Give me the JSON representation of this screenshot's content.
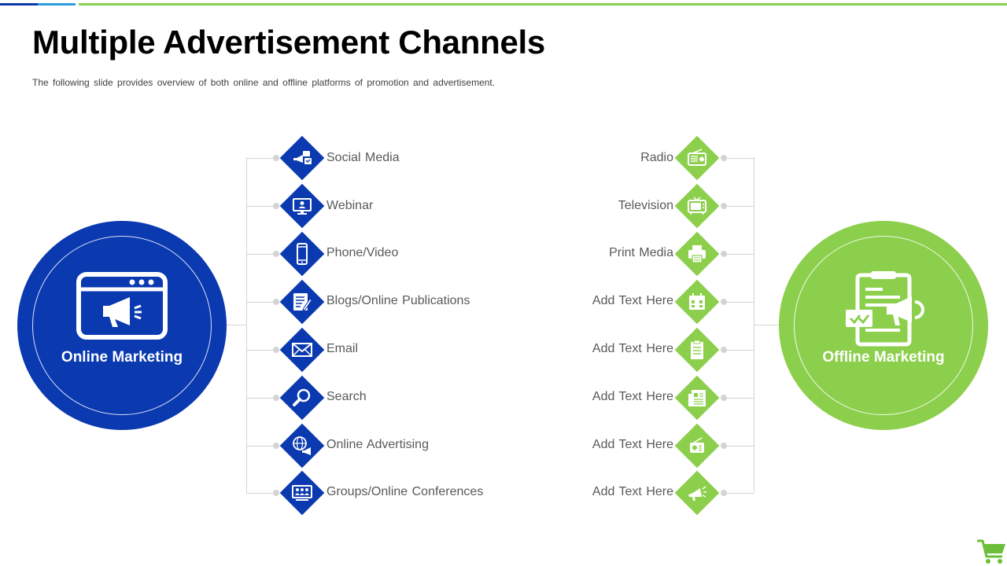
{
  "slide": {
    "title": "Multiple Advertisement Channels",
    "subtitle": "The following slide provides overview  of both online and offline platforms of promotion and advertisement."
  },
  "colors": {
    "online": "#0a39b0",
    "offline": "#8ccf4c",
    "connector": "#d4d4d4"
  },
  "online": {
    "label": "Online Marketing",
    "icon": "browser-megaphone-icon",
    "channels": [
      {
        "label": "Social Media",
        "icon": "social-media-icon"
      },
      {
        "label": "Webinar",
        "icon": "webinar-monitor-icon"
      },
      {
        "label": "Phone/Video",
        "icon": "smartphone-icon"
      },
      {
        "label": "Blogs/Online  Publications",
        "icon": "blog-edit-icon"
      },
      {
        "label": "Email",
        "icon": "envelope-icon"
      },
      {
        "label": "Search",
        "icon": "magnifier-icon"
      },
      {
        "label": "Online  Advertising",
        "icon": "globe-megaphone-icon"
      },
      {
        "label": "Groups/Online  Conferences",
        "icon": "conference-icon"
      }
    ]
  },
  "offline": {
    "label": "Offline Marketing",
    "icon": "clipboard-megaphone-icon",
    "channels": [
      {
        "label": "Radio",
        "icon": "radio-icon"
      },
      {
        "label": "Television",
        "icon": "television-icon"
      },
      {
        "label": "Print Media",
        "icon": "printer-icon"
      },
      {
        "label": "Add Text Here",
        "icon": "calendar-icon"
      },
      {
        "label": "Add Text Here",
        "icon": "clipboard-icon"
      },
      {
        "label": "Add Text Here",
        "icon": "newspaper-icon"
      },
      {
        "label": "Add Text Here",
        "icon": "small-radio-icon"
      },
      {
        "label": "Add Text Here",
        "icon": "megaphone-icon"
      }
    ]
  },
  "footer": {
    "icon": "shopping-cart-icon"
  }
}
